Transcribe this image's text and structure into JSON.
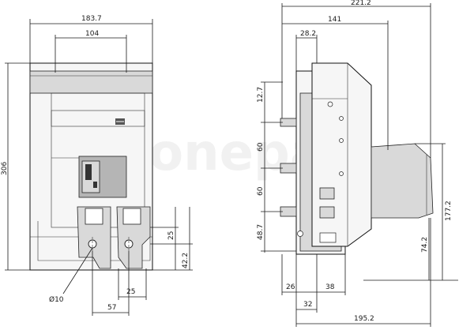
{
  "watermark": "sonepar",
  "front_view": {
    "width_overall": "183.7",
    "width_inner": "104",
    "height_overall": "306",
    "dim_25_vertical": "25",
    "dim_42_2": "42.2",
    "hole_diameter": "Ø10",
    "spacing_57": "57",
    "dim_25_horizontal": "25"
  },
  "side_view": {
    "depth_overall": "221.2",
    "depth_141": "141",
    "depth_28_2": "28.2",
    "pitch_12_7": "12.7",
    "pitch_60_a": "60",
    "pitch_60_b": "60",
    "pitch_48_7": "48.7",
    "height_177_2": "177.2",
    "height_74_2": "74.2",
    "offset_26": "26",
    "offset_38": "38",
    "offset_32": "32",
    "depth_195_2": "195.2"
  }
}
